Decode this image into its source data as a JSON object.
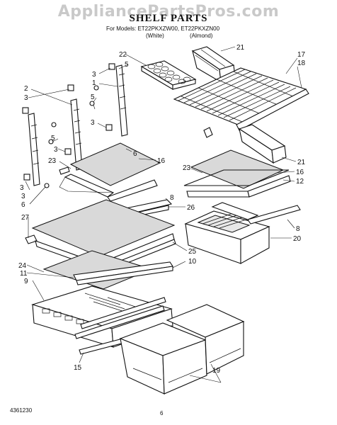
{
  "watermark": "AppliancePartsPros.com",
  "title": "SHELF PARTS",
  "models_line": "For Models: ET22PKXZW00, ET22PKXZN00",
  "colors": [
    "(White)",
    "(Almond)"
  ],
  "footer": {
    "left": "4361230",
    "page": "6"
  },
  "callouts": [
    "22",
    "5",
    "3",
    "1",
    "2",
    "3",
    "5",
    "3",
    "3",
    "6",
    "5",
    "3",
    "16",
    "23",
    "3",
    "6",
    "27",
    "8",
    "26",
    "24",
    "11",
    "9",
    "25",
    "10",
    "15",
    "21",
    "17",
    "18",
    "21",
    "23",
    "16",
    "12",
    "8",
    "20",
    "19"
  ]
}
